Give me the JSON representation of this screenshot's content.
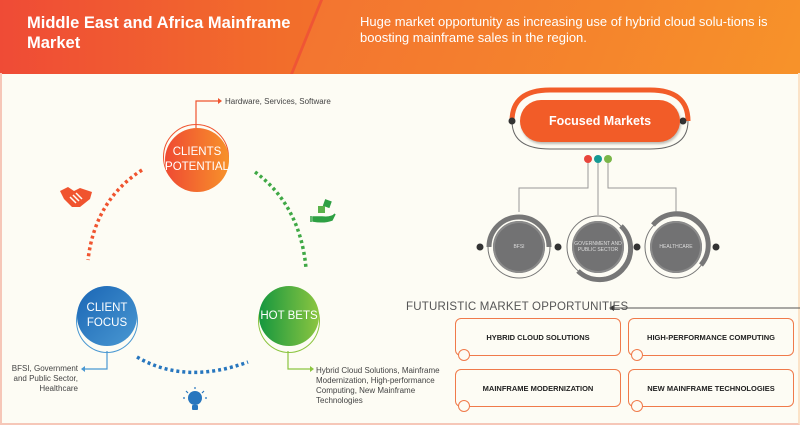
{
  "header": {
    "title": "Middle East and Africa Mainframe Market",
    "subtitle": "Huge market opportunity as increasing use of hybrid cloud solu-tions is boosting mainframe sales in the region."
  },
  "cycle": {
    "clients_potential": {
      "label": "CLIENTS POTENTIAL",
      "detail": "Hardware, Services, Software",
      "color": "#f0542f"
    },
    "client_focus": {
      "label": "CLIENT FOCUS",
      "detail": "BFSI, Government and Public Sector, Healthcare",
      "color": "#1f73bd"
    },
    "hot_bets": {
      "label": "HOT BETS",
      "detail": "Hybrid Cloud Solutions, Mainframe Modernization, High-performance Computing, New Mainframe Technologies",
      "color": "#2ea043"
    },
    "icons": [
      "handshake-icon",
      "hand-dice-icon",
      "lightbulb-icon"
    ]
  },
  "focused_markets": {
    "title": "Focused Markets",
    "segments": [
      "BFSI",
      "GOVERNMENT AND PUBLIC SECTOR",
      "HEALTHCARE"
    ],
    "dot_colors": [
      "#e8453c",
      "#159a94",
      "#7ab648"
    ]
  },
  "opportunities": {
    "title": "FUTURISTIC MARKET OPPORTUNITIES",
    "items": [
      "HYBRID CLOUD SOLUTIONS",
      "HIGH-PERFORMANCE COMPUTING",
      "MAINFRAME MODERNIZATION",
      "NEW MAINFRAME TECHNOLOGIES"
    ]
  }
}
